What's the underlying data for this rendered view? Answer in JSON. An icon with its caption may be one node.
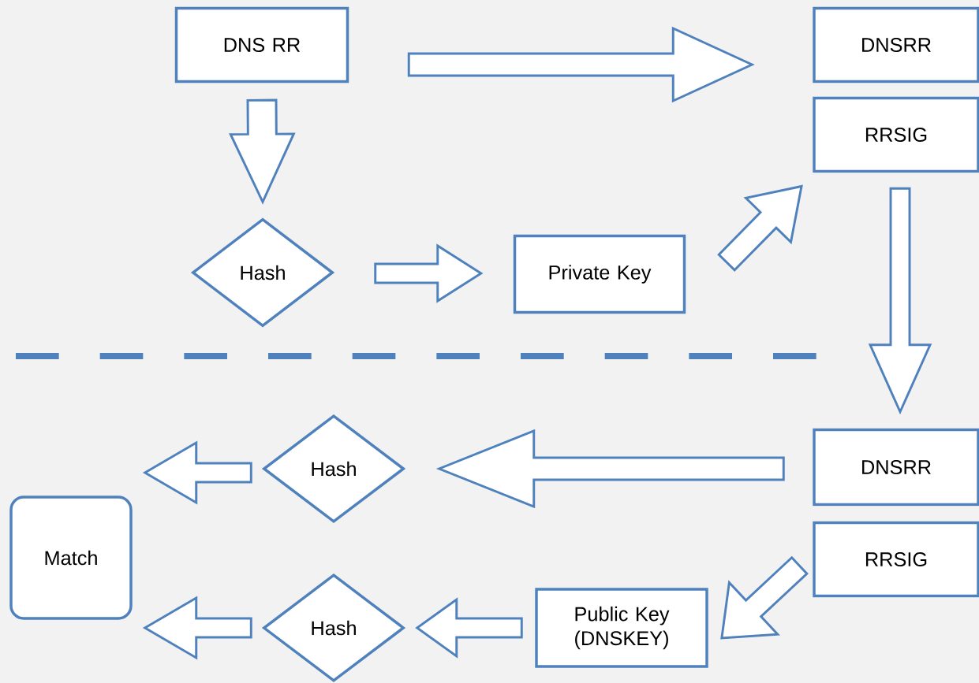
{
  "diagram": {
    "nodes": [
      {
        "text": [
          "DNS RR"
        ]
      },
      {
        "text": [
          "DNSRR"
        ]
      },
      {
        "text": [
          "RRSIG"
        ]
      },
      {
        "text": [
          "Hash"
        ]
      },
      {
        "text": [
          "Private Key"
        ]
      },
      {
        "text": [
          "DNSRR"
        ]
      },
      {
        "text": [
          "RRSIG"
        ]
      },
      {
        "text": [
          "Hash"
        ]
      },
      {
        "text": [
          "Match"
        ]
      },
      {
        "text": [
          "Hash"
        ]
      },
      {
        "text": [
          "Public Key (DNSKEY)"
        ]
      }
    ],
    "edges": [
      {
        "from": 0,
        "to": 1,
        "arrow": "to"
      },
      {
        "from": 0,
        "to": 3,
        "arrow": "to"
      },
      {
        "from": 3,
        "to": 4,
        "arrow": "to"
      },
      {
        "from": 4,
        "to": 2,
        "arrow": "to"
      },
      {
        "from": 2,
        "to": 5,
        "arrow": "to"
      },
      {
        "from": 5,
        "to": 7,
        "arrow": "to"
      },
      {
        "from": 7,
        "to": 8,
        "arrow": "to"
      },
      {
        "from": 6,
        "to": 10,
        "arrow": "to"
      },
      {
        "from": 10,
        "to": 9,
        "arrow": "to"
      },
      {
        "from": 9,
        "to": 8,
        "arrow": "to"
      }
    ]
  }
}
